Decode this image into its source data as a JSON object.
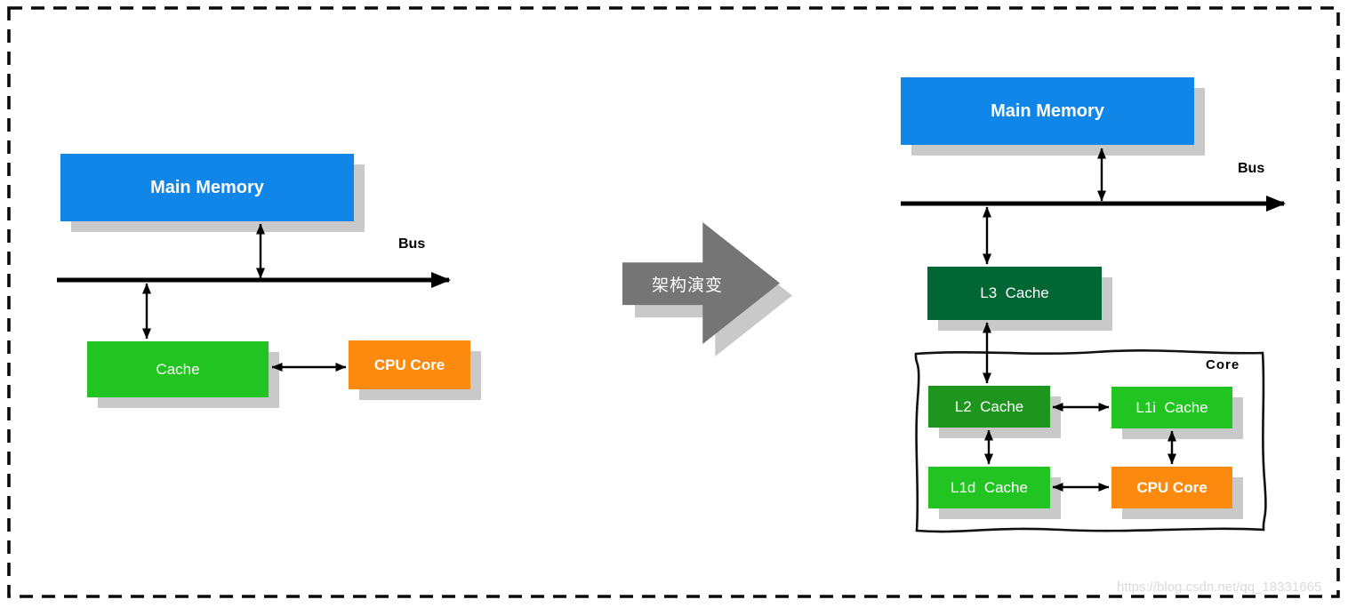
{
  "left_panel": {
    "main_memory_label": "Main Memory",
    "bus_label": "Bus",
    "cache_label": "Cache",
    "cpu_core_label": "CPU Core"
  },
  "transition_arrow": {
    "label": "架构演变"
  },
  "right_panel": {
    "main_memory_label": "Main Memory",
    "bus_label": "Bus",
    "l3_cache_label": "L3  Cache",
    "core_box_label": "Core",
    "l2_cache_label": "L2  Cache",
    "l1i_cache_label": "L1i  Cache",
    "l1d_cache_label": "L1d  Cache",
    "cpu_core_label": "CPU Core"
  },
  "watermark_text": "https://blog.csdn.net/qq_18331665",
  "colors": {
    "memory_blue": "#1086E8",
    "bright_green": "#21C421",
    "mid_green": "#1E961E",
    "dark_green": "#006633",
    "orange": "#FB8A0E",
    "transition_gray": "#757575",
    "shadow_gray": "#C9C9C9"
  }
}
